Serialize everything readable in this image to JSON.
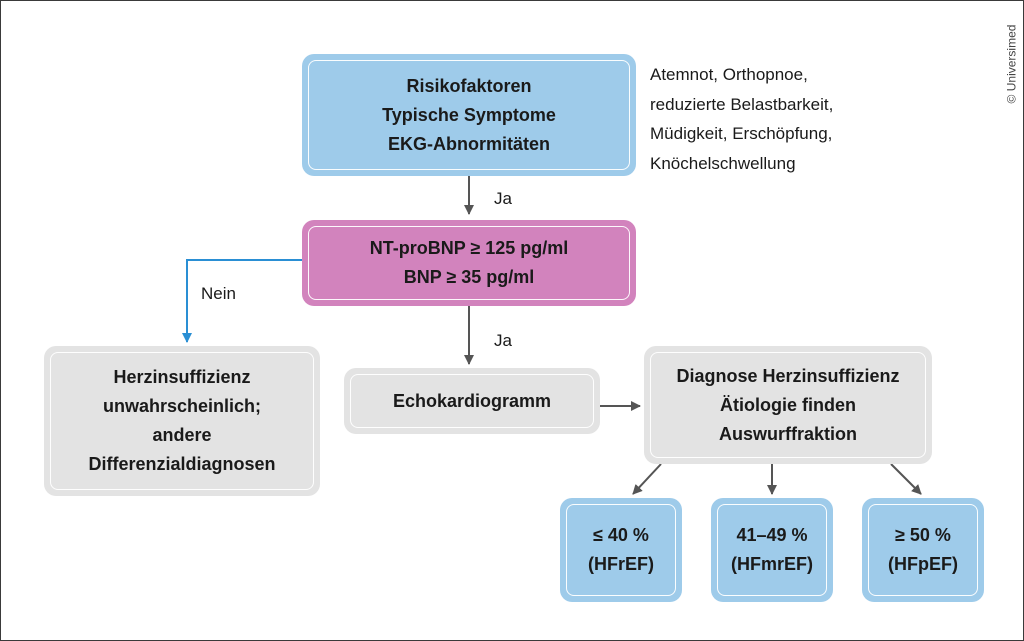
{
  "credit": "© Universimed",
  "colors": {
    "risk_box": "#9ecbea",
    "biomarker_box": "#d283bd",
    "neutral_box": "#e3e3e3",
    "outcome_box": "#9ecbea",
    "arrow_grey": "#555555",
    "arrow_blue": "#2a8fd4"
  },
  "nodes": {
    "risk": {
      "lines": [
        "Risikofaktoren",
        "Typische Symptome",
        "EKG-Abnormitäten"
      ]
    },
    "symptoms_note": {
      "lines": [
        "Atemnot, Orthopnoe,",
        "reduzierte Belastbarkeit,",
        "Müdigkeit, Erschöpfung,",
        "Knöchelschwellung"
      ]
    },
    "biomarker": {
      "lines": [
        "NT-proBNP ≥ 125 pg/ml",
        "BNP ≥ 35 pg/ml"
      ]
    },
    "unlikely": {
      "lines": [
        "Herzinsuffizienz",
        "unwahrscheinlich;",
        "andere",
        "Differenzialdiagnosen"
      ]
    },
    "echo": {
      "lines": [
        "Echokardiogramm"
      ]
    },
    "diagnosis": {
      "lines": [
        "Diagnose Herzinsuffizienz",
        "Ätiologie finden",
        "Auswurffraktion"
      ]
    },
    "hfref": {
      "lines": [
        "≤ 40 %",
        "(HFrEF)"
      ]
    },
    "hfmref": {
      "lines": [
        "41–49 %",
        "(HFmrEF)"
      ]
    },
    "hfpef": {
      "lines": [
        "≥ 50 %",
        "(HFpEF)"
      ]
    }
  },
  "edge_labels": {
    "yes_1": "Ja",
    "yes_2": "Ja",
    "no": "Nein"
  }
}
